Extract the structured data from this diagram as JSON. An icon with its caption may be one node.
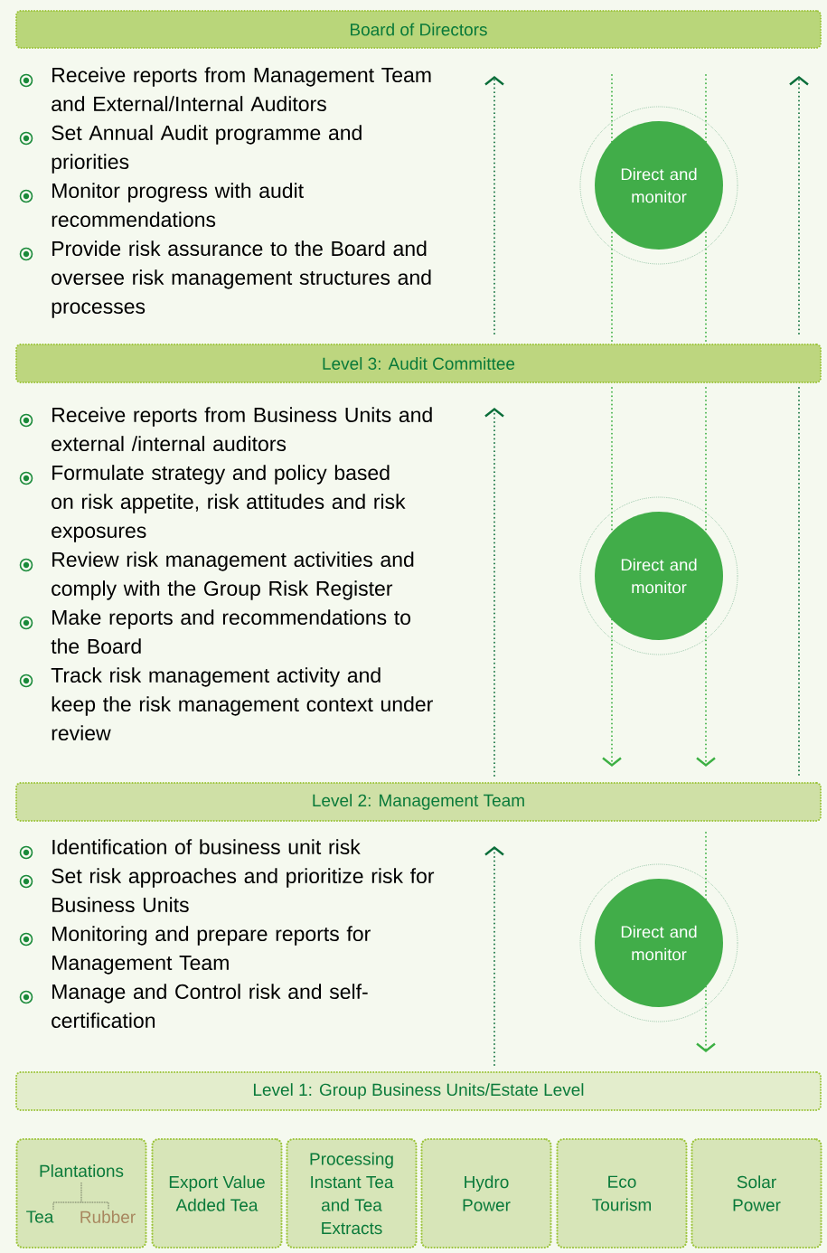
{
  "diagram": {
    "nodes": [
      {
        "text": [
          "Board of Directors"
        ]
      },
      {
        "text": [
          "Level 3: Audit Committee"
        ]
      },
      {
        "text": [
          "Level 2: Management Team"
        ]
      },
      {
        "text": [
          "Level 1: Group Business Units/Estate Level"
        ]
      },
      {
        "text": [
          "Direct and monitor"
        ]
      },
      {
        "text": [
          "Direct and monitor"
        ]
      },
      {
        "text": [
          "Direct and monitor"
        ]
      },
      {
        "text": [
          "Plantations",
          "Tea",
          "Rubber"
        ]
      },
      {
        "text": [
          "Export Value Added Tea"
        ]
      },
      {
        "text": [
          "Processing Instant Tea and Tea Extracts"
        ]
      },
      {
        "text": [
          "Hydro Power"
        ]
      },
      {
        "text": [
          "Eco Tourism"
        ]
      },
      {
        "text": [
          "Solar Power"
        ]
      }
    ],
    "edges": [
      {
        "from": 1,
        "to": 0,
        "arrow": "to",
        "color": "#0b6e3a"
      },
      {
        "from": 1,
        "to": 4,
        "arrow": "none",
        "color": "#3cb043"
      },
      {
        "from": 4,
        "to": 0,
        "arrow": "none",
        "color": "#3cb043"
      },
      {
        "from": 1,
        "to": 4,
        "arrow": "none",
        "color": "#3cb043"
      },
      {
        "from": 4,
        "to": 0,
        "arrow": "none",
        "color": "#3cb043"
      },
      {
        "from": 1,
        "to": 0,
        "arrow": "to",
        "color": "#0b6e3a"
      },
      {
        "from": 2,
        "to": 1,
        "arrow": "to",
        "color": "#0b6e3a"
      },
      {
        "from": 1,
        "to": 5,
        "arrow": "none",
        "color": "#3cb043"
      },
      {
        "from": 5,
        "to": 2,
        "arrow": "to",
        "color": "#3cb043"
      },
      {
        "from": 1,
        "to": 5,
        "arrow": "none",
        "color": "#3cb043"
      },
      {
        "from": 5,
        "to": 2,
        "arrow": "to",
        "color": "#3cb043"
      },
      {
        "from": 1,
        "to": 2,
        "arrow": "none",
        "color": "#0b6e3a"
      },
      {
        "from": 3,
        "to": 2,
        "arrow": "to",
        "color": "#0b6e3a"
      },
      {
        "from": 2,
        "to": 6,
        "arrow": "none",
        "color": "#3cb043"
      },
      {
        "from": 6,
        "to": 3,
        "arrow": "to",
        "color": "#3cb043"
      }
    ],
    "labels": [
      "Receive reports from Management Team and External/Internal Auditors",
      "Set Annual Audit programme and priorities",
      "Monitor progress with audit recommendations",
      "Provide risk assurance to the Board and oversee risk management structures and  processes",
      "Receive reports from Business Units and external /internal auditors",
      "Formulate strategy and policy based on risk appetite, risk attitudes and risk exposures",
      "Review risk management activities and comply with the Group Risk Register",
      "Make reports and recommendations to the Board",
      "Track risk management activity and keep the risk management context under review",
      "Identification of business unit risk",
      "Set risk approaches and prioritize risk for Business Units",
      "Monitoring and prepare reports for Management Team",
      "Manage and Control risk and self-certification"
    ]
  }
}
